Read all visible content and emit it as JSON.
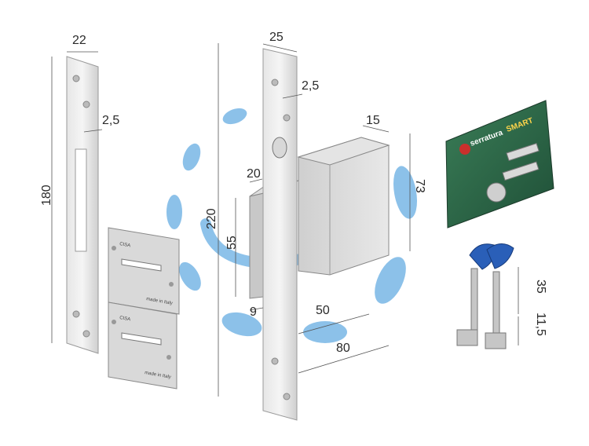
{
  "strike_plate": {
    "width_label": "22",
    "thickness_label": "2,5",
    "height_label": "180"
  },
  "lock_body": {
    "faceplate_width_label": "25",
    "faceplate_thickness_label": "2,5",
    "body_thickness_label": "15",
    "body_height_label": "73",
    "bolt_width_label": "20",
    "bolt_height_label": "55",
    "faceplate_height_label": "220",
    "bolt_offset_label": "9",
    "backset_label": "50",
    "case_depth_label": "80"
  },
  "escutcheon": {
    "brand_text": "CISA",
    "origin_text": "made in Italy"
  },
  "key_card": {
    "brand_text": "serratura",
    "brand_suffix": "SMART"
  },
  "keys": {
    "bit_length_label": "35",
    "bit_width_label": "11,5"
  },
  "colors": {
    "accent_blue": "#2f8fd8",
    "key_head_blue": "#2a5fb8",
    "card_green": "#2f6f4d",
    "steel": "#cfcfcf",
    "dim_line": "#555555"
  }
}
